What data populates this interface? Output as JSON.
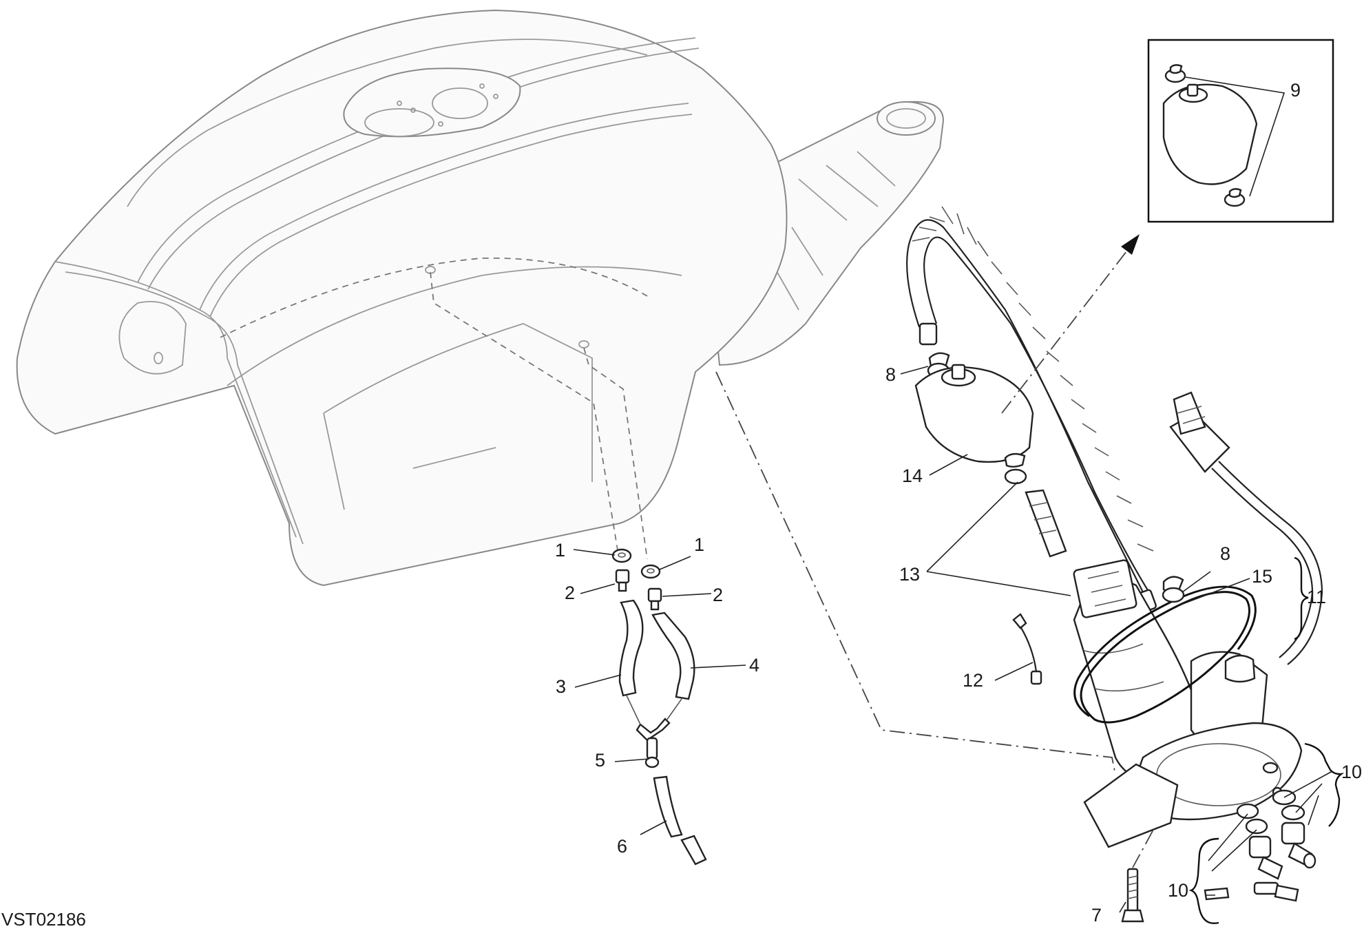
{
  "diagram": {
    "code": "VST02186",
    "callouts": {
      "c1a": "1",
      "c1b": "1",
      "c2a": "2",
      "c2b": "2",
      "c3": "3",
      "c4": "4",
      "c5": "5",
      "c6": "6",
      "c7": "7",
      "c8a": "8",
      "c8b": "8",
      "c9": "9",
      "c10a": "10",
      "c10b": "10",
      "c11": "11",
      "c12": "12",
      "c13": "13",
      "c14": "14",
      "c15": "15"
    }
  }
}
